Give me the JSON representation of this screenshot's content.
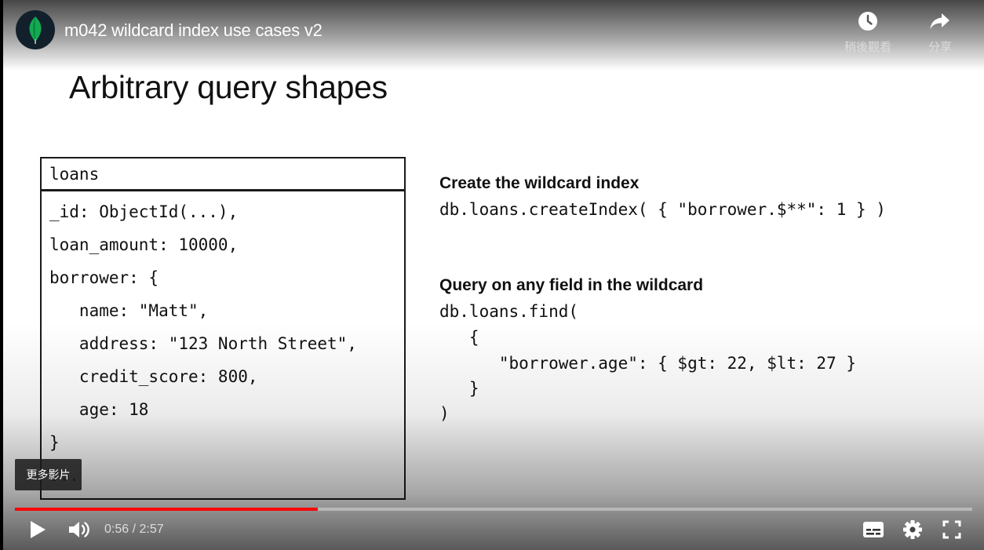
{
  "top_bar": {
    "title": "m042 wildcard index use cases v2",
    "watch_later_label": "稍後觀看",
    "share_label": "分享"
  },
  "slide": {
    "title": "Arbitrary query shapes",
    "document": {
      "collection": "loans",
      "lines": [
        "_id: ObjectId(...),",
        "loan_amount: 10000,",
        "borrower: {",
        "   name: \"Matt\",",
        "   address: \"123 North Street\",",
        "   credit_score: 800,",
        "   age: 18",
        "}",
        "..."
      ]
    },
    "create_heading": "Create the wildcard index",
    "create_code": "db.loans.createIndex( { \"borrower.$**\": 1 } )",
    "query_heading": "Query on any field in the wildcard",
    "query_code": [
      "db.loans.find(",
      "   {",
      "      \"borrower.age\": { $gt: 22, $lt: 27 }",
      "   }",
      ")"
    ]
  },
  "more_videos_label": "更多影片",
  "player": {
    "time_display": "0:56 / 2:57",
    "progress_fraction": 0.316,
    "progress_color": "#ff0000"
  },
  "icons": {
    "channel": "mongodb-leaf-icon",
    "watch_later": "clock-icon",
    "share": "share-arrow-icon",
    "play": "play-icon",
    "volume": "volume-icon",
    "subtitles": "subtitles-icon",
    "settings": "gear-icon",
    "fullscreen": "fullscreen-icon"
  }
}
